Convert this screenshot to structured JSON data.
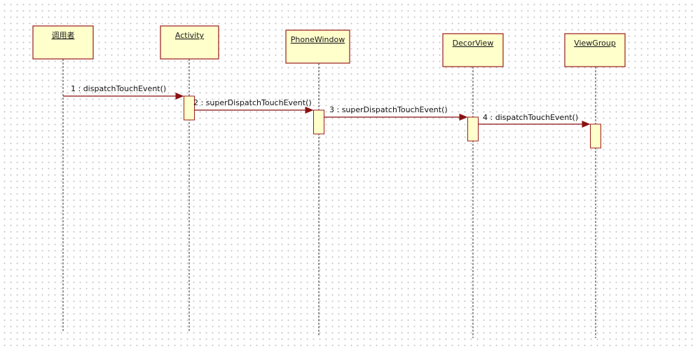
{
  "colors": {
    "box_fill": "#ffffcc",
    "box_stroke": "#9b1c1c",
    "arrow": "#8b1111",
    "lifeline": "#333333"
  },
  "lifelines": [
    {
      "id": "caller",
      "label": "调用者"
    },
    {
      "id": "activity",
      "label": "Activity"
    },
    {
      "id": "phonewindow",
      "label": "PhoneWindow"
    },
    {
      "id": "decorview",
      "label": "DecorView"
    },
    {
      "id": "viewgroup",
      "label": "ViewGroup"
    }
  ],
  "messages": [
    {
      "from": "caller",
      "to": "activity",
      "label": "1 : dispatchTouchEvent()"
    },
    {
      "from": "activity",
      "to": "phonewindow",
      "label": "2 : superDispatchTouchEvent()"
    },
    {
      "from": "phonewindow",
      "to": "decorview",
      "label": "3 : superDispatchTouchEvent()"
    },
    {
      "from": "decorview",
      "to": "viewgroup",
      "label": "4 : dispatchTouchEvent()"
    }
  ]
}
